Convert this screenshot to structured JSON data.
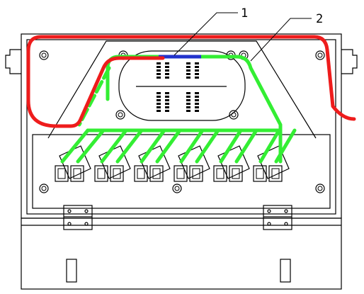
{
  "callouts": [
    {
      "label": "1"
    },
    {
      "label": "2"
    }
  ],
  "colors": {
    "outer_cable": "#ee1c1c",
    "fiber": "#33ee33",
    "splice_section": "#2233cc",
    "outline": "#000000",
    "background": "#ffffff"
  },
  "icons": [
    "screw-icon",
    "hinge-icon",
    "latch-icon",
    "adapter-icon",
    "splice-tray-icon",
    "fiber-clip-icon"
  ],
  "counts": {
    "adapter_groups": 6
  }
}
